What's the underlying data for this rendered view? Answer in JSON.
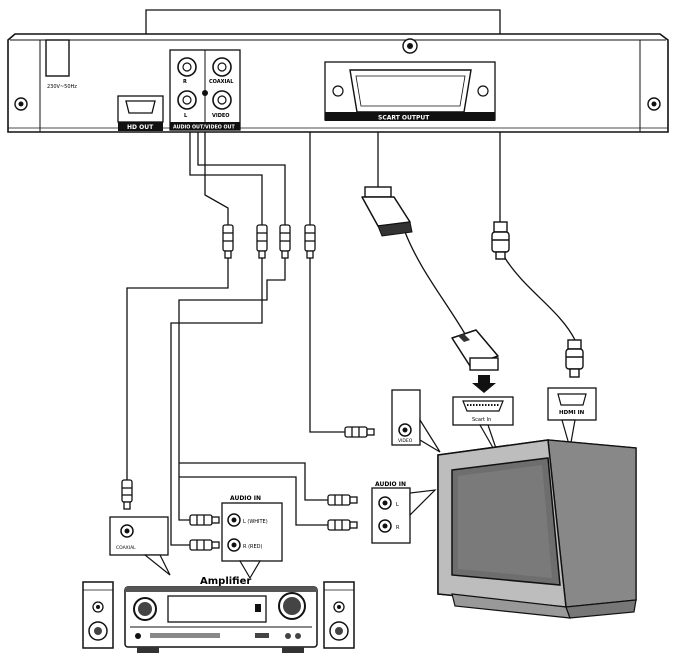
{
  "player": {
    "power_label": "230V~50Hz",
    "hd_out_label": "HD OUT",
    "coaxial_label": "COAXIAL",
    "jack_r_label": "R",
    "jack_l_label": "L",
    "video_label": "VIDEO",
    "audio_video_out_label": "AUDIO OUT/VIDEO OUT",
    "scart_output_label": "SCART OUTPUT"
  },
  "tv": {
    "scart_in_label": "Scart In",
    "hdmi_in_label": "HDMI IN",
    "video_in_label": "VIDEO",
    "audio_in_title": "AUDIO IN",
    "audio_in_l": "L",
    "audio_in_r": "R"
  },
  "amplifier": {
    "title": "Amplifier",
    "audio_in_title": "AUDIO IN",
    "audio_in_l": "L (WHITE)",
    "audio_in_r": "R (RED)",
    "coaxial_label": "COAXIAL"
  }
}
